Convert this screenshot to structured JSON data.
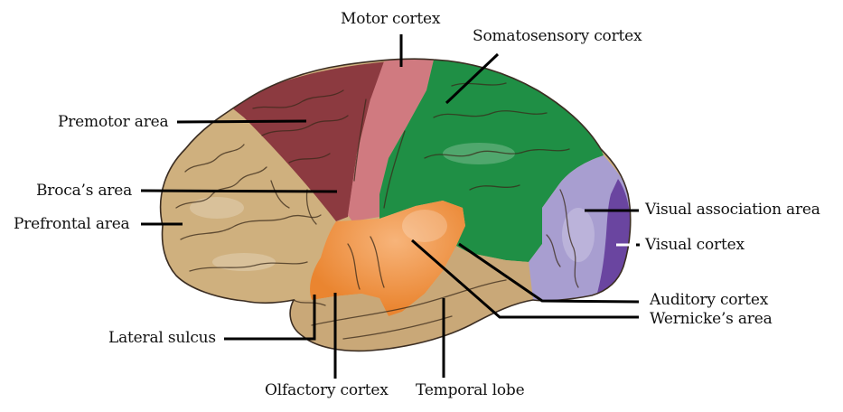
{
  "figure": {
    "subject": "Lateral view of the left cerebral hemisphere with functional areas",
    "colors": {
      "background": "#ffffff",
      "frontal_tan": "#cfb07e",
      "premotor": "#8c3a40",
      "motor": "#d07a80",
      "somatosensory": "#1f8f45",
      "auditory_wernicke": "#ee8a35",
      "visual_association": "#a89ed0",
      "visual_cortex": "#6a45a0",
      "temporal_tan": "#c9a878",
      "label_text": "#111111",
      "leader_line": "#000000"
    },
    "labels": {
      "motor_cortex": "Motor cortex",
      "somatosensory_cortex": "Somatosensory cortex",
      "premotor_area": "Premotor area",
      "brocas_area": "Broca’s area",
      "prefrontal_area": "Prefrontal area",
      "visual_association_area": "Visual association area",
      "visual_cortex": "Visual cortex",
      "auditory_cortex": "Auditory cortex",
      "wernickes_area": "Wernicke’s area",
      "lateral_sulcus": "Lateral sulcus",
      "olfactory_cortex": "Olfactory cortex",
      "temporal_lobe": "Temporal lobe"
    }
  }
}
